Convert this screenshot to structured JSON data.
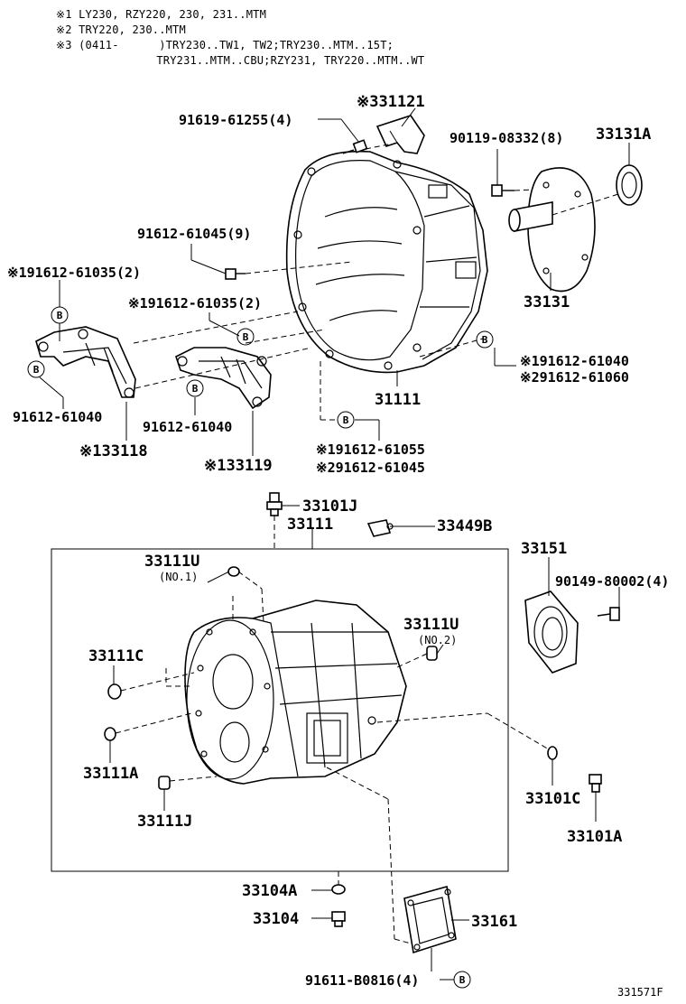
{
  "notes": [
    "※1 LY230, RZY220, 230, 231..MTM",
    "※2 TRY220, 230..MTM",
    "※3 (0411-      )TRY230..TW1, TW2;TRY230..MTM..15T;",
    "               TRY231..MTM..CBU;RZY231, TRY220..MTM..WT"
  ],
  "ref_marker": "B",
  "labels": {
    "p31121": "※331121",
    "p91619": "91619-61255(4)",
    "p90119": "90119-08332(8)",
    "p33131A": "33131A",
    "p91612_9": "91612-61045(9)",
    "p33131": "33131",
    "p191612_35a": "※191612-61035(2)",
    "p191612_35b": "※191612-61035(2)",
    "p191612_40": "※191612-61040",
    "p291612_60": "※291612-61060",
    "p91612_40a": "91612-61040",
    "p91612_40b": "91612-61040",
    "p31111": "31111",
    "p33118": "※133118",
    "p33119": "※133119",
    "p191612_55": "※191612-61055",
    "p291612_45": "※291612-61045",
    "p33101J": "33101J",
    "p33111": "33111",
    "p33449B": "33449B",
    "p33151": "33151",
    "p33111U_1": "33111U",
    "p33111U_1sub": "(NO.1)",
    "p90149": "90149-80002(4)",
    "p33111U_2": "33111U",
    "p33111U_2sub": "(NO.2)",
    "p33111C": "33111C",
    "p33111A": "33111A",
    "p33101C": "33101C",
    "p33111J": "33111J",
    "p33101A": "33101A",
    "p33104A": "33104A",
    "p33104": "33104",
    "p33161": "33161",
    "p91611": "91611-B0816(4)",
    "code": "331571F"
  }
}
